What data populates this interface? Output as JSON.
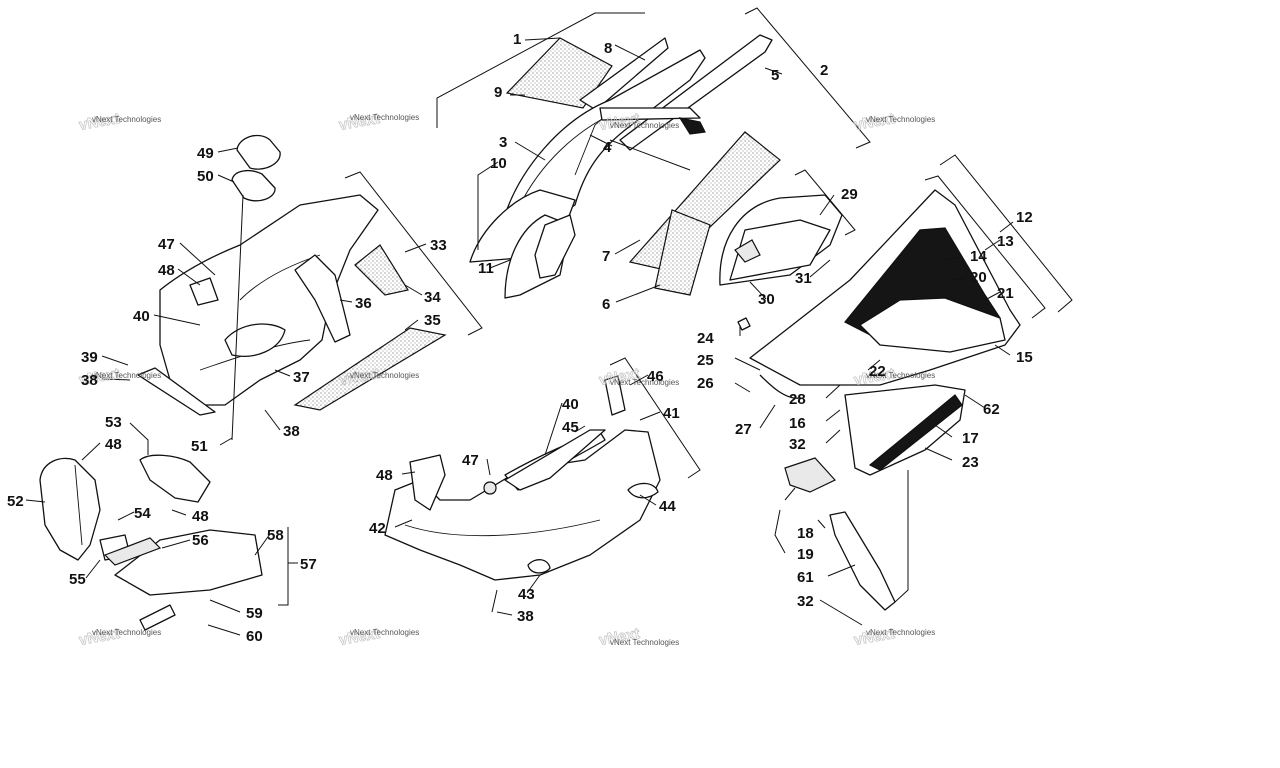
{
  "watermark": {
    "text": "vNext Technologies"
  },
  "callouts": [
    "1",
    "2",
    "3",
    "4",
    "5",
    "6",
    "7",
    "8",
    "9",
    "10",
    "11",
    "12",
    "13",
    "14",
    "15",
    "16",
    "17",
    "18",
    "19",
    "20",
    "21",
    "22",
    "23",
    "24",
    "25",
    "26",
    "27",
    "28",
    "29",
    "30",
    "31",
    "32",
    "33",
    "34",
    "35",
    "36",
    "37",
    "38",
    "39",
    "40",
    "41",
    "42",
    "43",
    "44",
    "45",
    "46",
    "47",
    "48",
    "49",
    "50",
    "51",
    "52",
    "53",
    "54",
    "55",
    "56",
    "57",
    "58",
    "59",
    "60",
    "61",
    "62"
  ],
  "colors": {
    "line": "#111111",
    "background": "#ffffff",
    "watermark": "#c8c8c8"
  }
}
